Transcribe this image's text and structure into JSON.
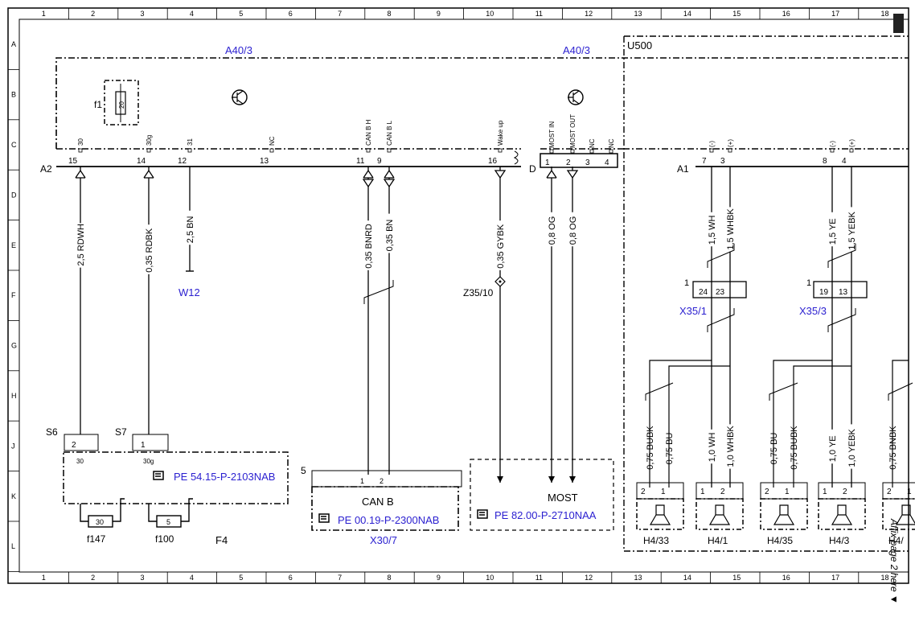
{
  "grid": {
    "columns": [
      "1",
      "2",
      "3",
      "4",
      "5",
      "6",
      "7",
      "8",
      "9",
      "10",
      "11",
      "12",
      "13",
      "14",
      "15",
      "16",
      "17",
      "18"
    ],
    "rows": [
      "A",
      "B",
      "C",
      "D",
      "E",
      "F",
      "G",
      "H",
      "J",
      "K",
      "L"
    ]
  },
  "modules": {
    "a40_left": "A40/3",
    "a40_right": "A40/3",
    "u500": "U500",
    "f1": "f1",
    "f1_value": "20"
  },
  "connectors": {
    "a2": "A2",
    "a2_pins": [
      "15",
      "14",
      "12",
      "13",
      "11",
      "9",
      "16"
    ],
    "a2_labels": [
      "30",
      "30g",
      "31",
      "NC",
      "CAN B H",
      "CAN B L",
      "Wake up"
    ],
    "d": "D",
    "d_pins": [
      "1",
      "2",
      "3",
      "4"
    ],
    "d_labels": [
      "MOST IN",
      "MOST OUT",
      "NC",
      "NC"
    ],
    "a1": "A1",
    "a1_pins": [
      "7",
      "3",
      "8",
      "4"
    ],
    "a1_labels": [
      "(-)",
      "(+)",
      "(-)",
      "(+)"
    ]
  },
  "wires": {
    "w1": "2,5 RDWH",
    "w2": "0,35 RDBK",
    "w3": "2,5 BN",
    "w4": "0,35 BNRD",
    "w5": "0,35 BN",
    "w6": "0,35 GYBK",
    "w7": "0,8 OG",
    "w8": "0,8 OG",
    "w9": "1,5 WH",
    "w10": "1,5 WHBK",
    "w11": "1,5 YE",
    "w12": "1,5 YEBK",
    "w13": "0,75 BUBK",
    "w14": "0,75 BU",
    "w15": "1,0 WH",
    "w16": "1,0 WHBK",
    "w17": "0,75 BU",
    "w18": "0,75 BUBK",
    "w19": "1,0 YE",
    "w20": "1,0 YEBK",
    "w21": "0,75 BNBK"
  },
  "labels": {
    "w12": "W12",
    "z35": "Z35/10",
    "x351": "X35/1",
    "x353": "X35/3",
    "x351_pins": [
      "24",
      "23"
    ],
    "x353_pins": [
      "19",
      "13"
    ],
    "x35_num1": "1",
    "x35_num2": "1",
    "s6": "S6",
    "s7": "S7",
    "s6_pin": "2",
    "s7_pin": "1",
    "f4_pin1": "30",
    "f4_pin2": "30g",
    "f147": "f147",
    "f100": "f100",
    "f147_value": "30",
    "f100_value": "5",
    "f4": "F4",
    "x307_num": "5",
    "x307_pins": [
      "1",
      "2"
    ],
    "canb": "CAN B",
    "x307": "X30/7",
    "most": "MOST",
    "ref1": "PE 54.15-P-2103NAB",
    "ref2": "PE 00.19-P-2300NAB",
    "ref3": "PE 82.00-P-2710NAA",
    "h433": "H4/33",
    "h41": "H4/1",
    "h435": "H4/35",
    "h43": "H4/3",
    "speaker_pins": [
      "2",
      "1",
      "1",
      "2",
      "2",
      "1",
      "1",
      "2",
      "2",
      "1"
    ],
    "side_note": "Affix page 2 here ▼",
    "cut_h4": "H4/",
    "cut_18": "18"
  },
  "colors": {
    "line": "#000000",
    "reference": "#2a1fd0"
  }
}
